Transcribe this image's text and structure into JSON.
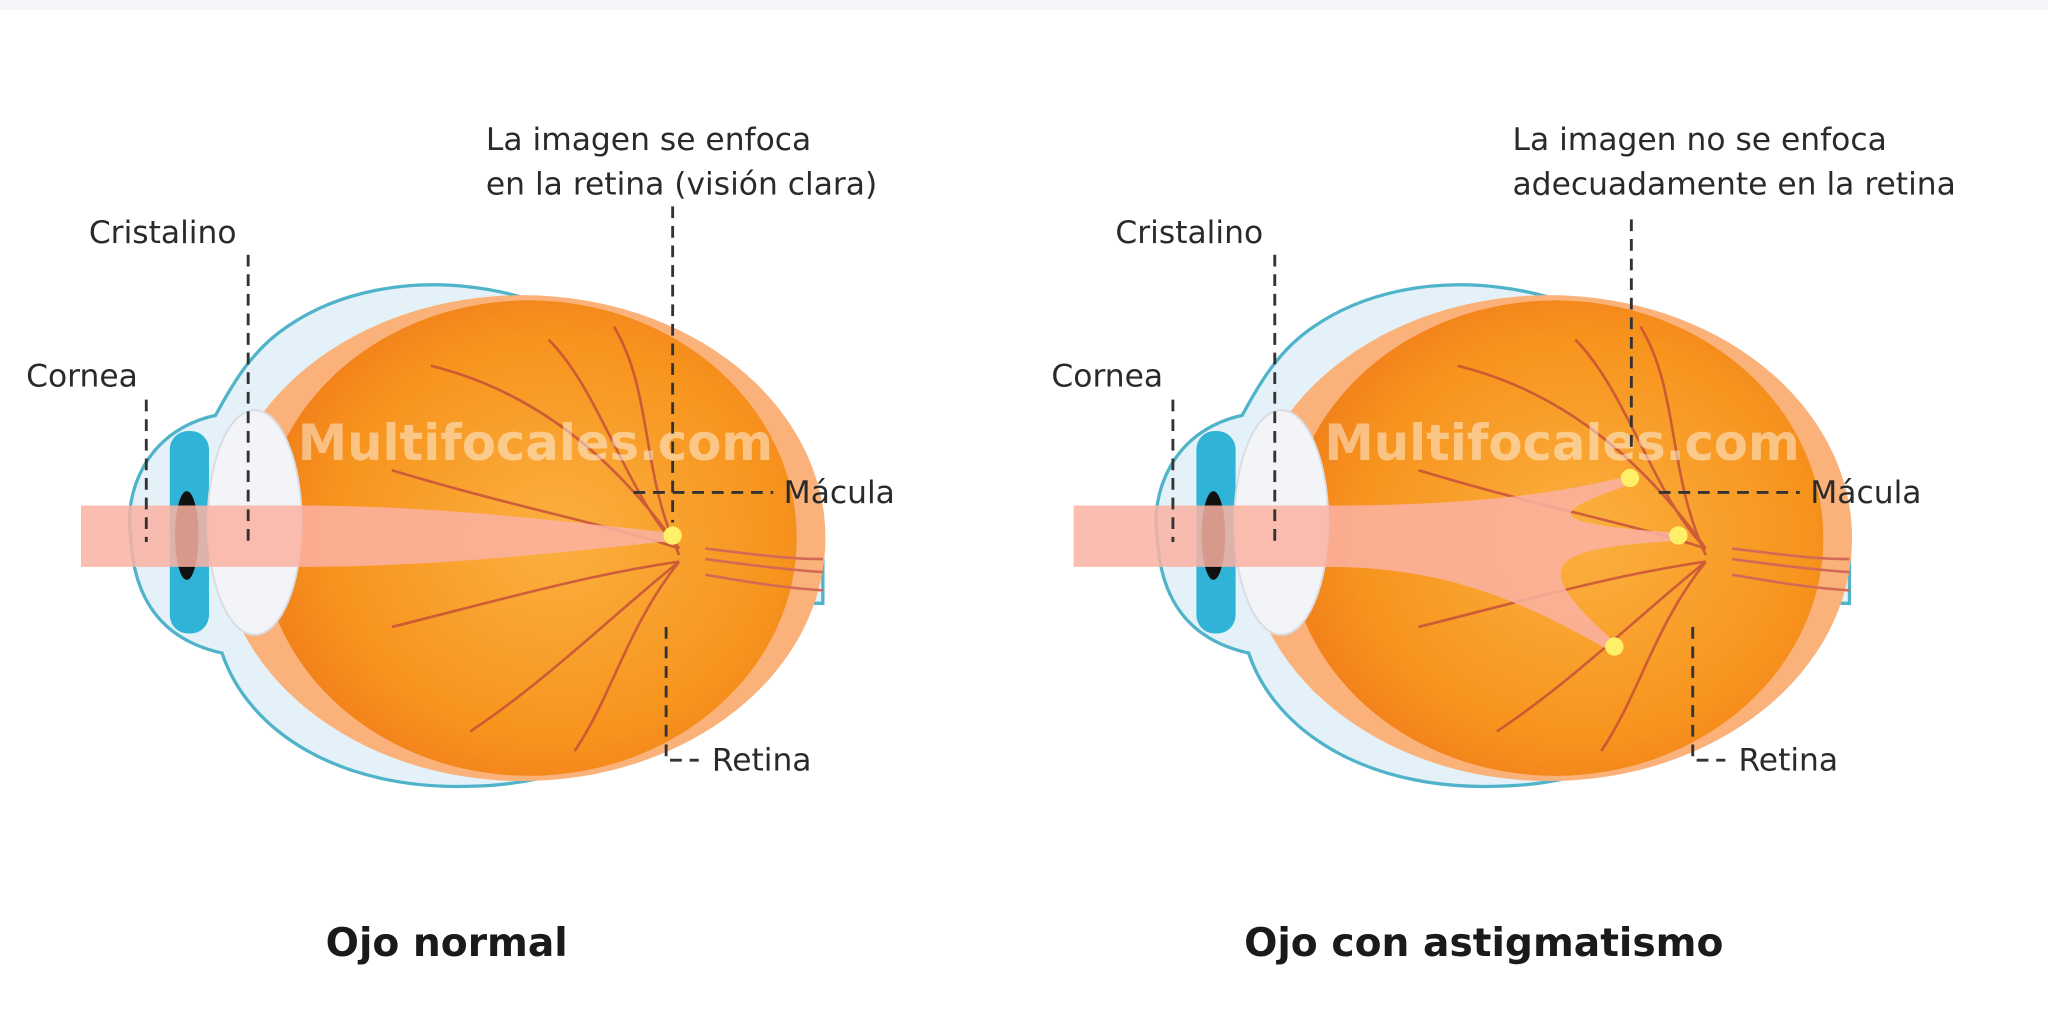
{
  "watermark": "Multifocales.com",
  "colors": {
    "sclera_outline": "#4fb3c9",
    "sclera_fill": "#e4f1f8",
    "vitreous": "#f7941d",
    "retina_inner": "#fbb46a",
    "iris": "#2fb3d6",
    "beam": "#fbb1a3",
    "macula": "#fff06a",
    "vessel": "#c0453a"
  },
  "normal": {
    "title": "Ojo normal",
    "labels": {
      "cristalino": "Cristalino",
      "cornea": "Cornea",
      "macula": "Mácula",
      "retina": "Retina",
      "focus_line1": "La imagen se enfoca",
      "focus_line2": "en la retina (visión clara)"
    }
  },
  "astig": {
    "title": "Ojo con astigmatismo",
    "labels": {
      "cristalino": "Cristalino",
      "cornea": "Cornea",
      "macula": "Mácula",
      "retina": "Retina",
      "focus_line1": "La imagen no se enfoca",
      "focus_line2": "adecuadamente en la retina"
    }
  }
}
